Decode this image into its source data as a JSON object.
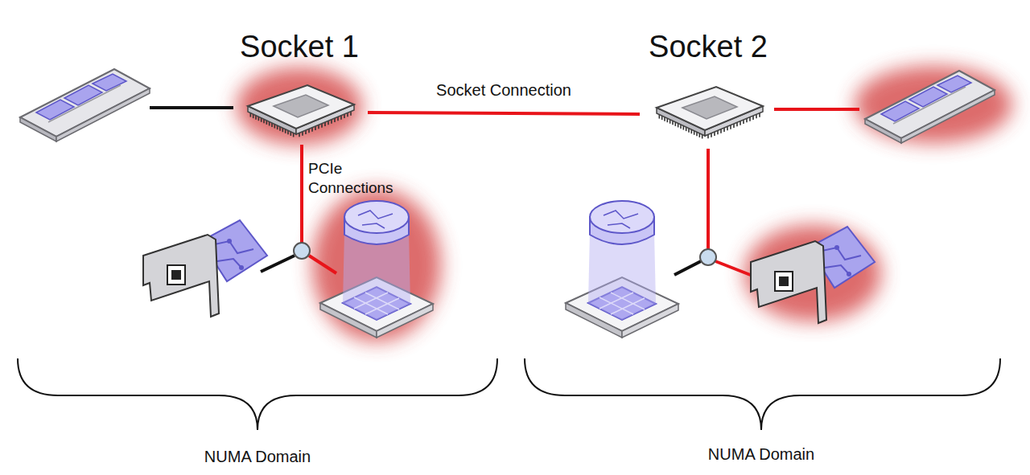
{
  "diagram": {
    "nodes": [
      {
        "text": [
          "Socket 1"
        ]
      },
      {
        "text": [
          "Socket 2"
        ]
      }
    ],
    "edges": [
      {
        "from": 0,
        "to": 1,
        "arrow": "none",
        "label": "Socket Connection"
      }
    ],
    "labels": [
      "PCIe Connections",
      "NUMA Domain",
      "NUMA Domain"
    ]
  }
}
